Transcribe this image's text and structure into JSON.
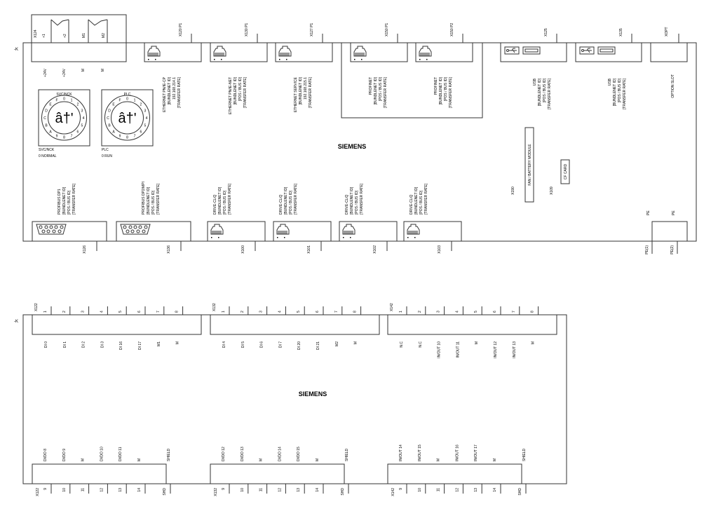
{
  "top_module": {
    "designation": "-K",
    "brand": "SIEMENS",
    "power": {
      "connector": "X124",
      "terminals": [
        "+1",
        "+2",
        "M1",
        "M2"
      ],
      "labels": [
        "+24V",
        "+24V",
        "M",
        "M"
      ]
    },
    "ethernet_ports": [
      {
        "id": "X120 P1",
        "lines": [
          "ETHERNET PN/IE-CP",
          "[BUNDLENET ID]",
          "192.168.214.1",
          "[TRANSFER RATE]"
        ]
      },
      {
        "id": "X130 P1",
        "lines": [
          "ETHERNET PN/IE-NET",
          "[BUNDLENET ID]",
          "[POS / BUS ID]",
          "[TRANSFER RATE]"
        ]
      },
      {
        "id": "X127 P1",
        "lines": [
          "ETHERNET SERVICE",
          "[BUNDLENET ID]",
          "192.168.215.1",
          "[TRANSFER RATE]"
        ]
      }
    ],
    "profinet_ports": [
      {
        "id": "X150 P1",
        "lines": [
          "PROFINET",
          "[BUNDLENET ID]",
          "[POS / BUS ID]",
          "[TRANSFER RATE]"
        ]
      },
      {
        "id": "X150 P2",
        "lines": [
          "PROFINET",
          "[BUNDLENET ID]",
          "[POS / BUS ID]",
          "[TRANSFER RATE]"
        ]
      }
    ],
    "usb_ports": [
      {
        "id": "X125",
        "lines": [
          "USB",
          "[BUNDLENET ID]",
          "[POS / BUS ID]",
          "[TRANSFER RATE]"
        ]
      },
      {
        "id": "X135",
        "lines": [
          "USB",
          "[BUNDLENET ID]",
          "[POS / BUS ID]",
          "[TRANSFER RATE]"
        ]
      }
    ],
    "option_slot": {
      "id": "XOPT",
      "label": "OPTION SLOT"
    },
    "switches": [
      {
        "title": "SVC/NCK",
        "glyph": "â†'",
        "caption": "SVC/NCK",
        "setting": "0 NORMAL"
      },
      {
        "title": "PLC",
        "glyph": "â†'",
        "caption": "PLC",
        "setting": "0 RUN"
      }
    ],
    "switch_digits": [
      "0",
      "1",
      "2",
      "3",
      "4",
      "5",
      "6",
      "7",
      "8",
      "9",
      "A",
      "B",
      "C",
      "D",
      "E",
      "F"
    ],
    "fan_module": {
      "id": "X190",
      "label": "FAN / BATTERY MODULE"
    },
    "cf_card": {
      "id": "X109",
      "label": "CF CARD"
    },
    "bottom_ports": [
      {
        "id": "X126",
        "type": "db9",
        "lines": [
          "PROFIBUS DP1",
          "[BUNDLENET ID]",
          "[POS / BUS ID]",
          "[TRANSFER RATE]"
        ]
      },
      {
        "id": "X136",
        "type": "db9",
        "lines": [
          "PROFIBUS DP2/MPI",
          "[BUNDLENET ID]",
          "[POS / BUS ID]",
          "[TRANSFER RATE]"
        ]
      },
      {
        "id": "X100",
        "type": "rj45",
        "lines": [
          "DRIVE-CLiQ",
          "[BUNDLENET ID]",
          "[POS / BUS ID]",
          "[TRANSFER RATE]"
        ]
      },
      {
        "id": "X101",
        "type": "rj45",
        "lines": [
          "DRIVE-CLiQ",
          "[BUNDLENET ID]",
          "[POS / BUS ID]",
          "[TRANSFER RATE]"
        ]
      },
      {
        "id": "X102",
        "type": "rj45",
        "lines": [
          "DRIVE-CLiQ",
          "[BUNDLENET ID]",
          "[POS / BUS ID]",
          "[TRANSFER RATE]"
        ]
      },
      {
        "id": "X103",
        "type": "rj45",
        "lines": [
          "DRIVE-CLiQ",
          "[BUNDLENET ID]",
          "[POS / BUS ID]",
          "[TRANSFER RATE]"
        ]
      }
    ],
    "pe": {
      "top": [
        "PE",
        "PE"
      ],
      "bottom": [
        "PE(1)",
        "PE(2)"
      ]
    }
  },
  "io_module": {
    "designation": "-K",
    "brand": "SIEMENS",
    "top_terminals": [
      {
        "id": "X122",
        "pins": [
          "1",
          "2",
          "3",
          "4",
          "5",
          "6",
          "7",
          "8"
        ],
        "signals": [
          "DI 0",
          "DI 1",
          "DI 2",
          "DI 3",
          "DI 16",
          "DI 17",
          "M1",
          "M"
        ]
      },
      {
        "id": "X132",
        "pins": [
          "1",
          "2",
          "3",
          "4",
          "5",
          "6",
          "7",
          "8"
        ],
        "signals": [
          "DI 4",
          "DI 5",
          "DI 6",
          "DI 7",
          "DI 20",
          "DI 21",
          "M2",
          "M"
        ]
      },
      {
        "id": "X142",
        "pins": [
          "1",
          "2",
          "3",
          "4",
          "5",
          "6",
          "7",
          "8"
        ],
        "signals": [
          "N.C",
          "N.C",
          "IN/OUT 10",
          "IN/OUT 11",
          "M",
          "IN/OUT 12",
          "IN/OUT 13",
          "M"
        ]
      }
    ],
    "bottom_terminals": [
      {
        "id": "X122",
        "pins": [
          "9",
          "10",
          "11",
          "12",
          "13",
          "14"
        ],
        "shield_pin": "SHD",
        "signals": [
          "DI/DO 8",
          "DI/DO 9",
          "M",
          "DI/DO 10",
          "DI/DO 11",
          "M",
          "SHIELD"
        ]
      },
      {
        "id": "X132",
        "pins": [
          "9",
          "10",
          "11",
          "12",
          "13",
          "14"
        ],
        "shield_pin": "SHD",
        "signals": [
          "DI/DO 12",
          "DI/DO 13",
          "M",
          "DI/DO 14",
          "DI/DO 15",
          "M",
          "SHIELD"
        ]
      },
      {
        "id": "X142",
        "pins": [
          "9",
          "10",
          "11",
          "12",
          "13",
          "14"
        ],
        "shield_pin": "SHD",
        "signals": [
          "IN/OUT 14",
          "IN/OUT 15",
          "M",
          "IN/OUT 16",
          "IN/OUT 17",
          "M",
          "SHIELD"
        ]
      }
    ]
  }
}
